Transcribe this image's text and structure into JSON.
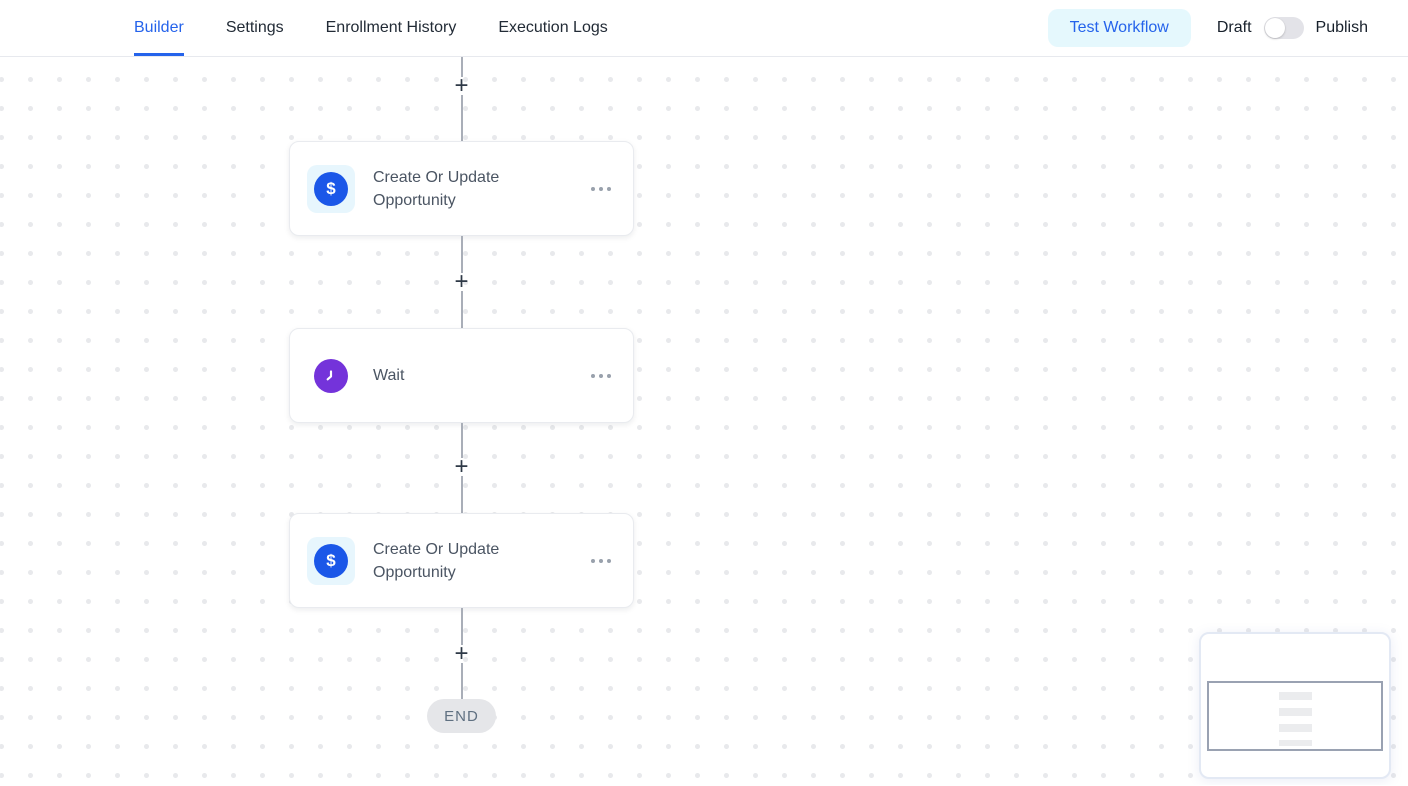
{
  "header": {
    "tabs": [
      {
        "label": "Builder",
        "active": true
      },
      {
        "label": "Settings",
        "active": false
      },
      {
        "label": "Enrollment History",
        "active": false
      },
      {
        "label": "Execution Logs",
        "active": false
      }
    ],
    "test_workflow_button": "Test Workflow",
    "draft_label": "Draft",
    "publish_label": "Publish",
    "publish_toggle_state": "off"
  },
  "workflow": {
    "add_step_symbol": "+",
    "nodes": [
      {
        "title": "Create Or Update Opportunity",
        "icon": "dollar-icon",
        "icon_symbol": "$",
        "icon_color": "#1b57e8",
        "icon_bg": "#e7f6fd"
      },
      {
        "title": "Wait",
        "icon": "clock-icon",
        "icon_color": "#7433da"
      },
      {
        "title": "Create Or Update Opportunity",
        "icon": "dollar-icon",
        "icon_symbol": "$",
        "icon_color": "#1b57e8",
        "icon_bg": "#e7f6fd"
      }
    ],
    "end_label": "END"
  },
  "colors": {
    "accent_blue": "#2563eb",
    "test_workflow_bg": "#e5f8fd",
    "node_action_icon": "#1b57e8",
    "node_action_icon_bg": "#e7f6fd",
    "node_wait_icon": "#7433da",
    "end_pill_bg": "#e5e6e9",
    "end_pill_text": "#5f7081",
    "canvas_dot": "#e8e9ec",
    "connector": "#a9aeb8"
  }
}
